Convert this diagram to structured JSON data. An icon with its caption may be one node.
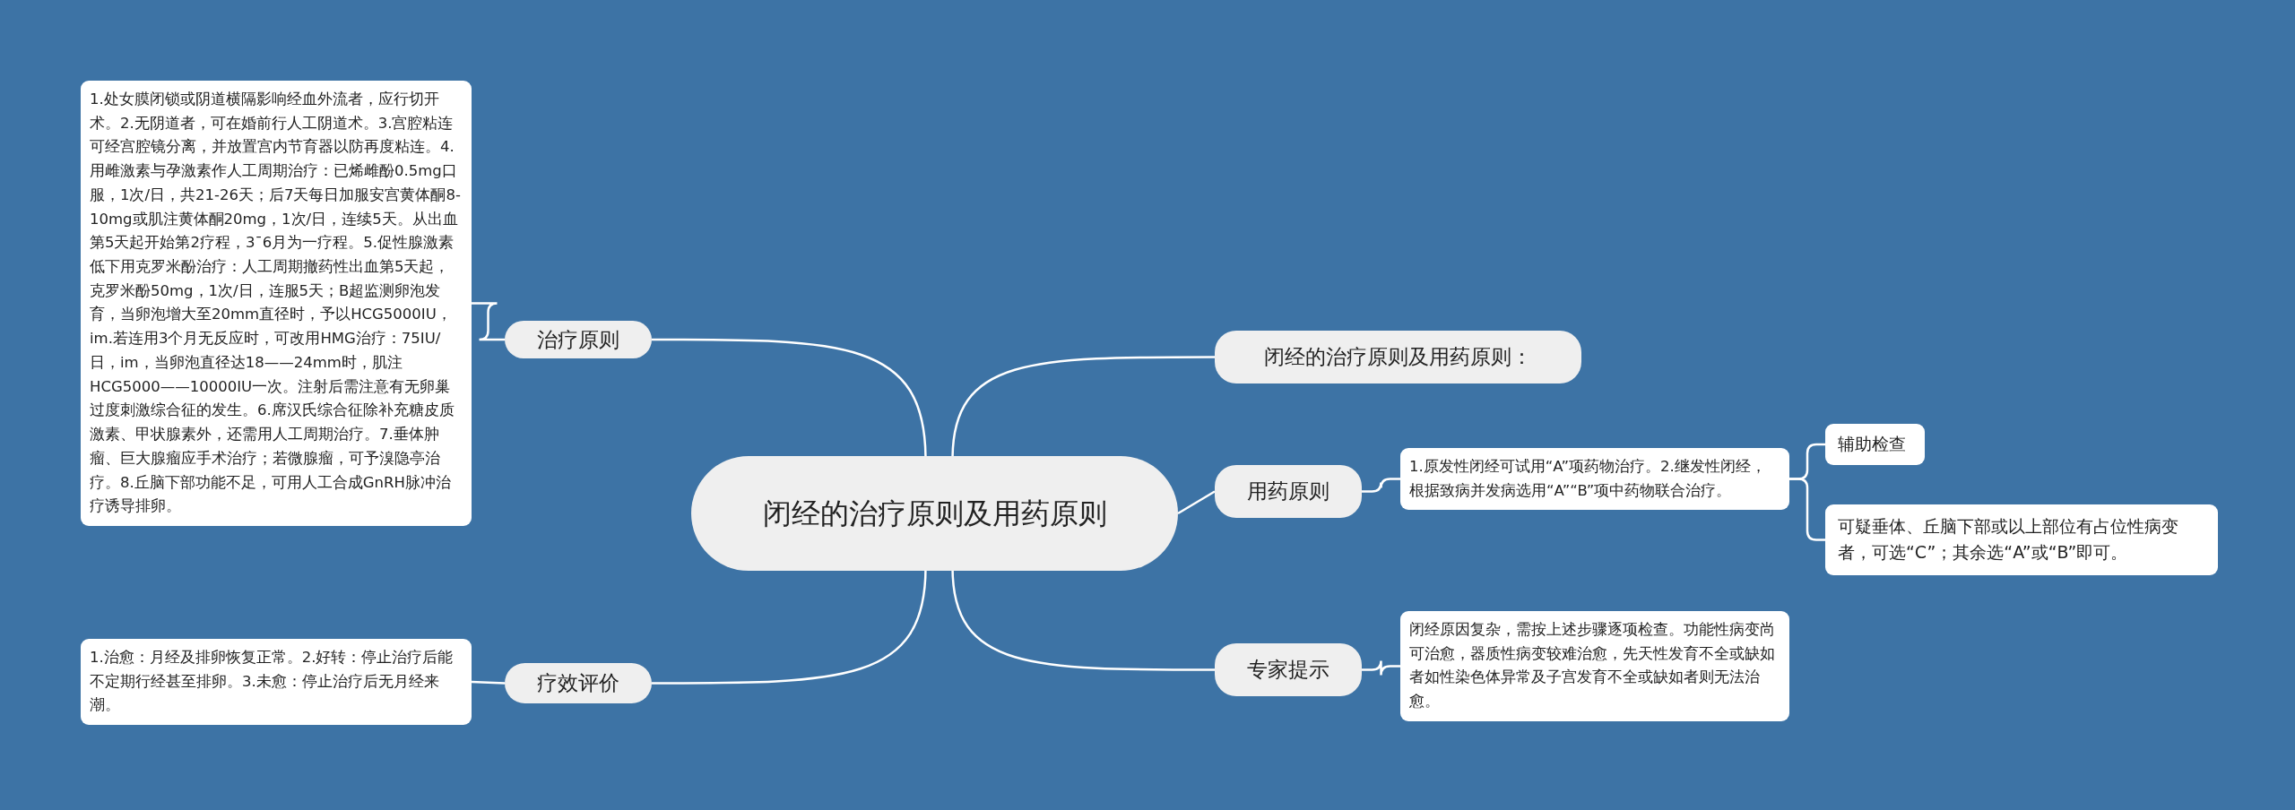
{
  "diagram": {
    "nodes": [
      {
        "text": [
          "闭经的治疗原则及用药原则"
        ]
      },
      {
        "text": [
          "治疗原则"
        ]
      },
      {
        "text": [
          "1.处女膜闭锁或阴道横隔影响经血外流者，应行切开术。2.无阴道者，可在婚前行人工阴道术。3.宫腔粘连可经宫腔镜分离，并放置宫内节育器以防再度粘连。4.用雌激素与孕激素作人工周期治疗：已烯雌酚0.5mg口服，1次/日，共21-26天；后7天每日加服安宫黄体酮8-10mg或肌注黄体酮20mg，1次/日，连续5天。从出血第5天起开始第2疗程，3¯6月为一疗程。5.促性腺激素低下用克罗米酚治疗：人工周期撤药性出血第5天起，克罗米酚50mg，1次/日，连服5天；B超监测卵泡发育，当卵泡增大至20mm直径时，予以HCG5000IU，im.若连用3个月无反应时，可改用HMG治疗：75IU/日，im，当卵泡直径达18——24mm时，肌注HCG5000——10000IU一次。注射后需注意有无卵巢过度刺激综合征的发生。6.席汉氏综合征除补充糖皮质激素、甲状腺素外，还需用人工周期治疗。7.垂体肿瘤、巨大腺瘤应手术治疗；若微腺瘤，可予溴隐亭治疗。8.丘脑下部功能不足，可用人工合成GnRH脉冲治疗诱导排卵。"
        ]
      },
      {
        "text": [
          "疗效评价"
        ]
      },
      {
        "text": [
          "1.治愈：月经及排卵恢复正常。2.好转：停止治疗后能不定期行经甚至排卵。3.未愈：停止治疗后无月经来潮。"
        ]
      },
      {
        "text": [
          "闭经的治疗原则及用药原则："
        ]
      },
      {
        "text": [
          "用药原则"
        ]
      },
      {
        "text": [
          "1.原发性闭经可试用“A”项药物治疗。2.继发性闭经，根据致病并发病选用“A”“B”项中药物联合治疗。"
        ]
      },
      {
        "text": [
          "辅助检查"
        ]
      },
      {
        "text": [
          "可疑垂体、丘脑下部或以上部位有占位性病变者，可选“C”；其余选“A”或“B”即可。"
        ]
      },
      {
        "text": [
          "专家提示"
        ]
      },
      {
        "text": [
          "闭经原因复杂，需按上述步骤逐项检查。功能性病变尚可治愈，器质性病变较难治愈，先天性发育不全或缺如者如性染色体异常及子宫发育不全或缺如者则无法治愈。"
        ]
      }
    ],
    "edges": [
      {
        "from": 0,
        "to": 1,
        "arrow": "none"
      },
      {
        "from": 1,
        "to": 2,
        "arrow": "none"
      },
      {
        "from": 0,
        "to": 3,
        "arrow": "none"
      },
      {
        "from": 3,
        "to": 4,
        "arrow": "none"
      },
      {
        "from": 0,
        "to": 5,
        "arrow": "none"
      },
      {
        "from": 0,
        "to": 6,
        "arrow": "none"
      },
      {
        "from": 6,
        "to": 7,
        "arrow": "none"
      },
      {
        "from": 7,
        "to": 8,
        "arrow": "none"
      },
      {
        "from": 7,
        "to": 9,
        "arrow": "none"
      },
      {
        "from": 0,
        "to": 10,
        "arrow": "none"
      },
      {
        "from": 10,
        "to": 11,
        "arrow": "none"
      }
    ]
  }
}
